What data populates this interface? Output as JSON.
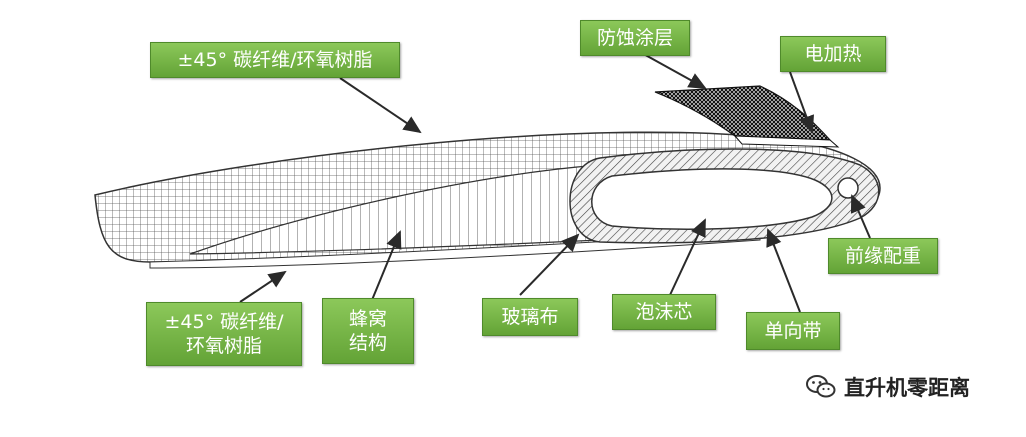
{
  "labels": {
    "top_skin": "±45° 碳纤维/环氧树脂",
    "erosion_coating": "防蚀涂层",
    "electric_heating": "电加热",
    "leading_edge_weight": "前缘配重",
    "bottom_skin": "±45° 碳纤维/\n环氧树脂",
    "honeycomb": "蜂窝\n结构",
    "glass_cloth": "玻璃布",
    "foam_core": "泡沫芯",
    "unidirectional_tape": "单向带"
  },
  "watermark": {
    "icon": "wechat-icon",
    "text": "直升机零距离"
  },
  "colors": {
    "label_fill_top": "#8cc85a",
    "label_fill_bottom": "#63a336",
    "label_border": "#4f8a2b",
    "line": "#2a2a2a"
  }
}
